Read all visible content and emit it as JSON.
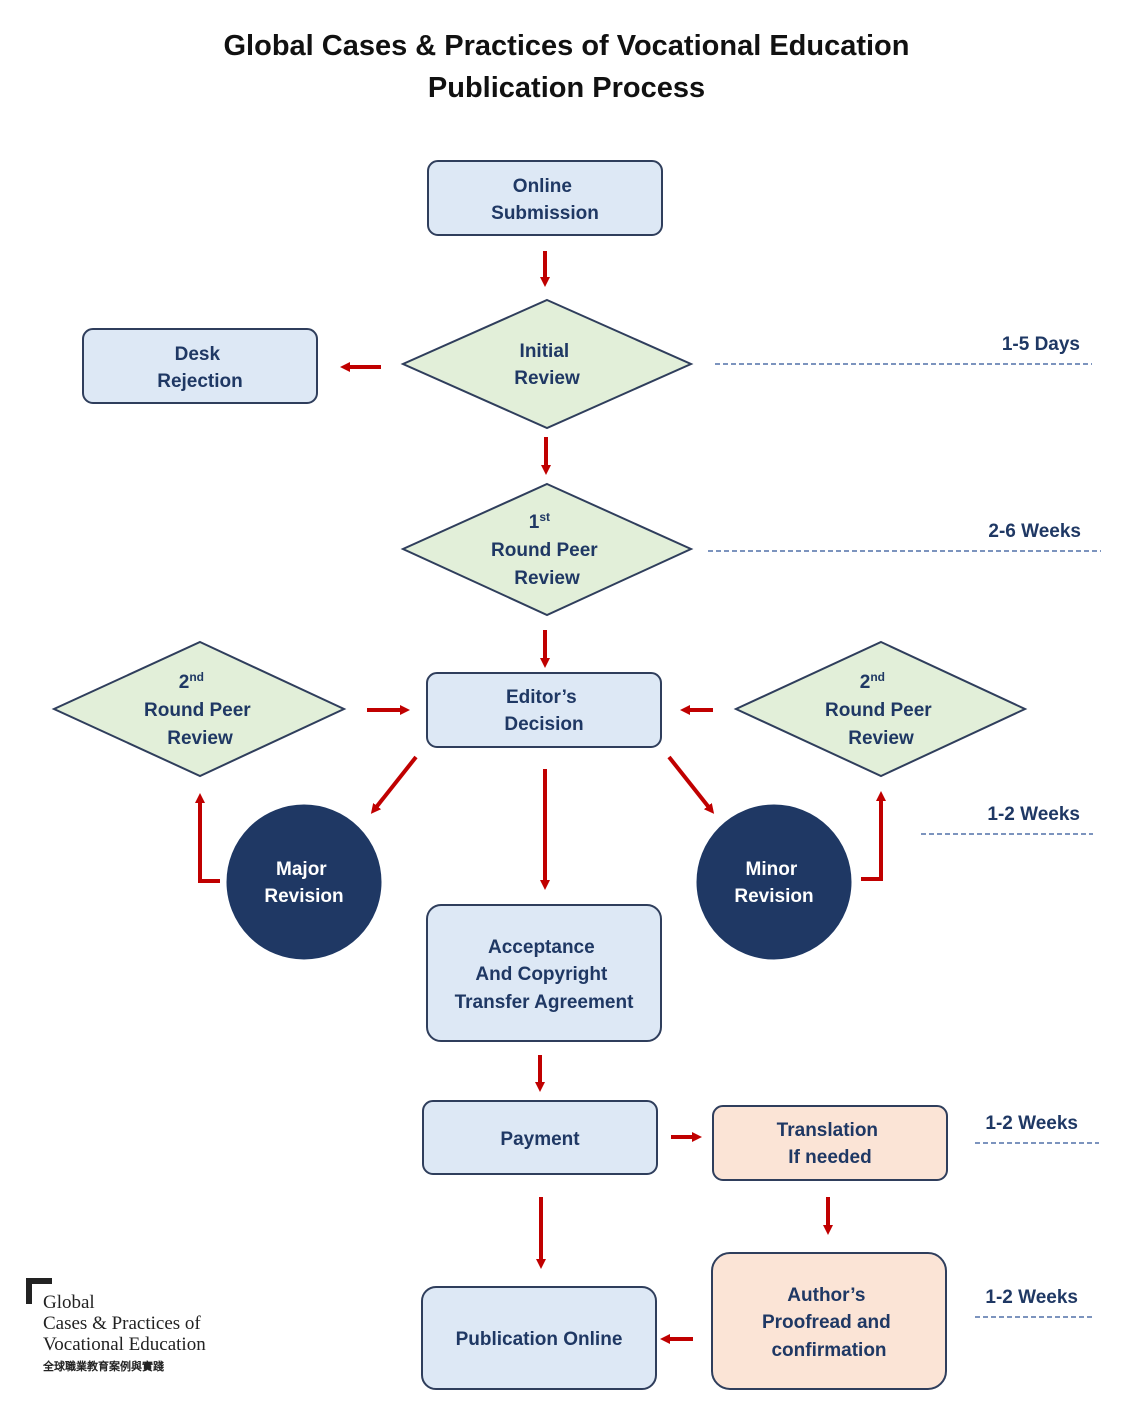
{
  "title": {
    "line1": "Global Cases & Practices of Vocational Education",
    "line2": "Publication Process"
  },
  "colors": {
    "box_fill": "#dde8f5",
    "box_stroke": "#2f3e5c",
    "diamond_fill": "#e2efd9",
    "diamond_stroke": "#2f3e5c",
    "circle_fill": "#1f3864",
    "peach_fill": "#fbe4d6",
    "arrow": "#c00000",
    "text": "#1f3864",
    "dash": "#2f5597"
  },
  "nodes": {
    "online_submission": [
      "Online",
      "Submission"
    ],
    "desk_rejection": [
      "Desk",
      "Rejection"
    ],
    "initial_review": [
      "Initial",
      "Review"
    ],
    "first_review": {
      "num": "1",
      "sup": "st",
      "lines": [
        "Round Peer",
        "Review"
      ]
    },
    "editors_decision": [
      "Editor’s",
      "Decision"
    ],
    "second_review_left": {
      "num": "2",
      "sup": "nd",
      "lines": [
        "Round Peer",
        "Review"
      ]
    },
    "second_review_right": {
      "num": "2",
      "sup": "nd",
      "lines": [
        "Round Peer",
        "Review"
      ]
    },
    "major_revision": [
      "Major",
      "Revision"
    ],
    "minor_revision": [
      "Minor",
      "Revision"
    ],
    "acceptance": [
      "Acceptance",
      "And Copyright",
      "Transfer Agreement"
    ],
    "payment": [
      "Payment"
    ],
    "translation": [
      "Translation",
      "If needed"
    ],
    "publication": [
      "Publication Online"
    ],
    "proofread": [
      "Author’s",
      "Proofread and",
      "confirmation"
    ]
  },
  "timelines": {
    "initial": "1-5 Days",
    "first_round": "2-6 Weeks",
    "revision": "1-2 Weeks",
    "translation": "1-2 Weeks",
    "proofread": "1-2 Weeks"
  },
  "logo": {
    "line1": "Global",
    "line2": "Cases & Practices of",
    "line3": "Vocational Education",
    "line4": "全球職業教育案例與實踐"
  }
}
